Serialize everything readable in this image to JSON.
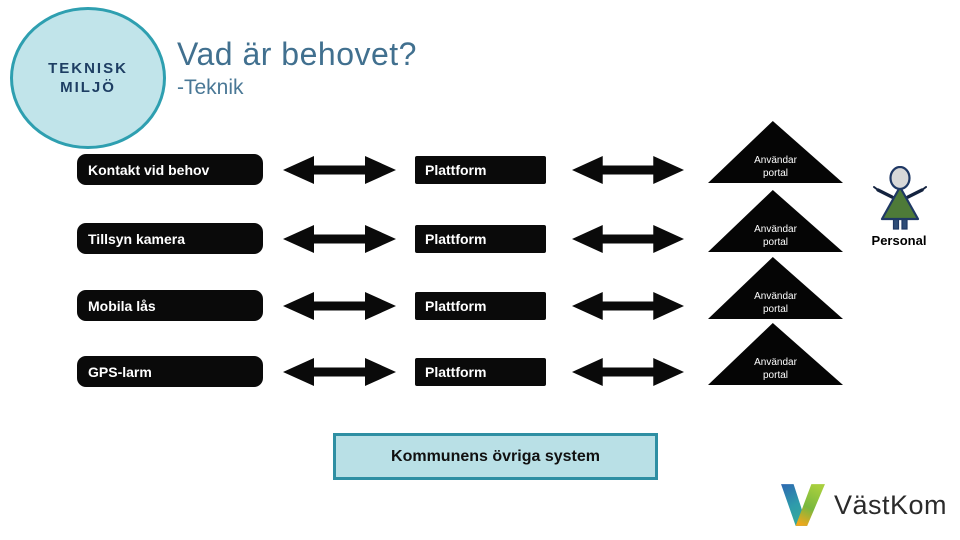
{
  "badge": {
    "line1": "TEKNISK",
    "line2": "MILJÖ"
  },
  "header": {
    "title": "Vad är behovet?",
    "subtitle": "-Teknik"
  },
  "rows": [
    {
      "need": "Kontakt vid behov",
      "platform": "Plattform",
      "portal_line1": "Användar",
      "portal_line2": "portal"
    },
    {
      "need": "Tillsyn kamera",
      "platform": "Plattform",
      "portal_line1": "Användar",
      "portal_line2": "portal"
    },
    {
      "need": "Mobila lås",
      "platform": "Plattform",
      "portal_line1": "Användar",
      "portal_line2": "portal"
    },
    {
      "need": "GPS-larm",
      "platform": "Plattform",
      "portal_line1": "Användar",
      "portal_line2": "portal"
    }
  ],
  "person": {
    "label": "Personal"
  },
  "bottom_box": {
    "label": "Kommunens övriga system"
  },
  "logo": {
    "wordmark": "VästKom"
  },
  "icons": {
    "double_arrow": "double-headed horizontal arrow",
    "person_figure": "stick person with green dress",
    "logo_mark": "VästKom V chevron mark"
  },
  "colors": {
    "accent_teal": "#2e9fb0",
    "badge_fill": "#c1e4ea",
    "title_blue": "#41708f",
    "shape_black": "#0a0a0a",
    "bottom_box_fill": "#b9e0e6",
    "bottom_box_border": "#2e8fa3",
    "person_green": "#4e7a38",
    "person_outline": "#1f3864",
    "logo_blue": "#2e68b1",
    "logo_teal": "#35a79c",
    "logo_green": "#a8cf3e",
    "logo_orange": "#f2a71b"
  }
}
